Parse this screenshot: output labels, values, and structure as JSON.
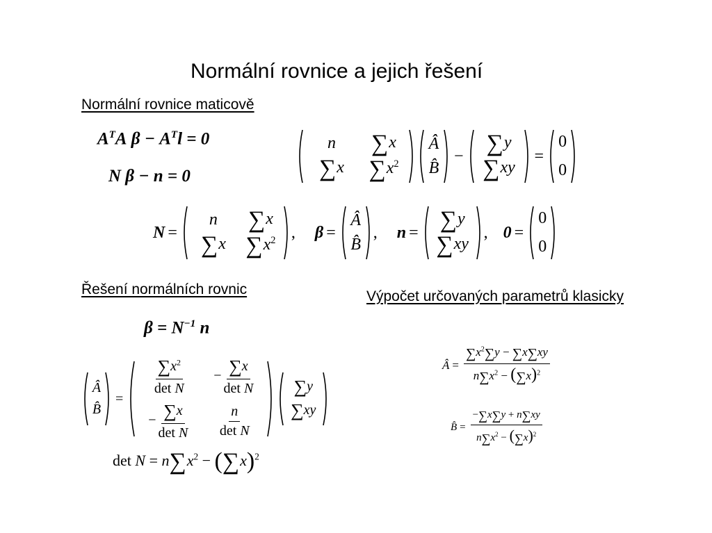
{
  "slide": {
    "title": "Normální rovnice a jejich řešení",
    "headings": {
      "matrix_form": "Normální rovnice maticově",
      "solution": "Řešení normálních rovnic",
      "classic": "Výpočet určovaných parametrů klasicky"
    },
    "equations": {
      "zero": "0",
      "n": "n",
      "N": "N",
      "x": "x",
      "y": "y",
      "xy": "xy",
      "det_N": "det N",
      "det": "det",
      "minus": "−",
      "equals": "="
    }
  }
}
